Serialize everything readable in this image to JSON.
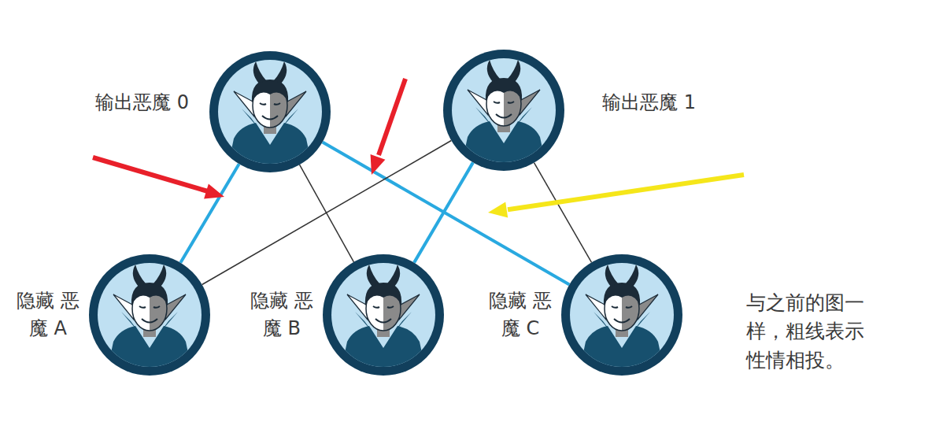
{
  "diagram": {
    "nodes": [
      {
        "text": [
          "输出恶魔 0"
        ]
      },
      {
        "text": [
          "输出恶魔 1"
        ]
      },
      {
        "text": [
          "隐藏 恶魔 A"
        ]
      },
      {
        "text": [
          "隐藏 恶魔 B"
        ]
      },
      {
        "text": [
          "隐藏 恶魔 C"
        ]
      }
    ],
    "edges": [
      {
        "from": 0,
        "to": 2,
        "arrow": "none"
      },
      {
        "from": 0,
        "to": 3,
        "arrow": "none"
      },
      {
        "from": 0,
        "to": 4,
        "arrow": "none"
      },
      {
        "from": 1,
        "to": 2,
        "arrow": "none"
      },
      {
        "from": 1,
        "to": 3,
        "arrow": "none"
      },
      {
        "from": 1,
        "to": 4,
        "arrow": "none"
      }
    ],
    "labels": [
      "与之前的图一样，粗线表示性情相投。"
    ]
  }
}
